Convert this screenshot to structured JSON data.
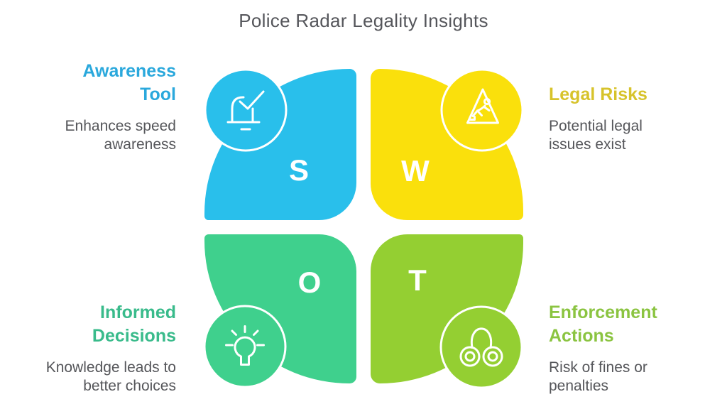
{
  "title": "Police Radar Legality Insights",
  "colors": {
    "title_text": "#55565B",
    "desc_text": "#55565A",
    "strengths_petal": "#29BFEB",
    "weaknesses_petal": "#FAE00C",
    "opportunities_petal": "#3FD08D",
    "threats_petal": "#94CF32",
    "strengths_heading": "#2AA8DC",
    "weaknesses_heading": "#D7C32B",
    "opportunities_heading": "#39BB8B",
    "threats_heading": "#8BC441",
    "letter_text": "#FFFFFF",
    "icon_stroke": "#FFFFFF"
  },
  "swot": {
    "s": {
      "letter": "S",
      "heading": "Awareness\nTool",
      "desc": "Enhances speed\nawareness",
      "icon": "siren-check-icon"
    },
    "w": {
      "letter": "W",
      "heading": "Legal Risks",
      "desc": "Potential legal\nissues exist",
      "icon": "warning-slip-icon"
    },
    "o": {
      "letter": "O",
      "heading": "Informed\nDecisions",
      "desc": "Knowledge leads to\nbetter choices",
      "icon": "lightbulb-idea-icon"
    },
    "t": {
      "letter": "T",
      "heading": "Enforcement\nActions",
      "desc": "Risk of fines or\npenalties",
      "icon": "handcuffs-icon"
    }
  }
}
